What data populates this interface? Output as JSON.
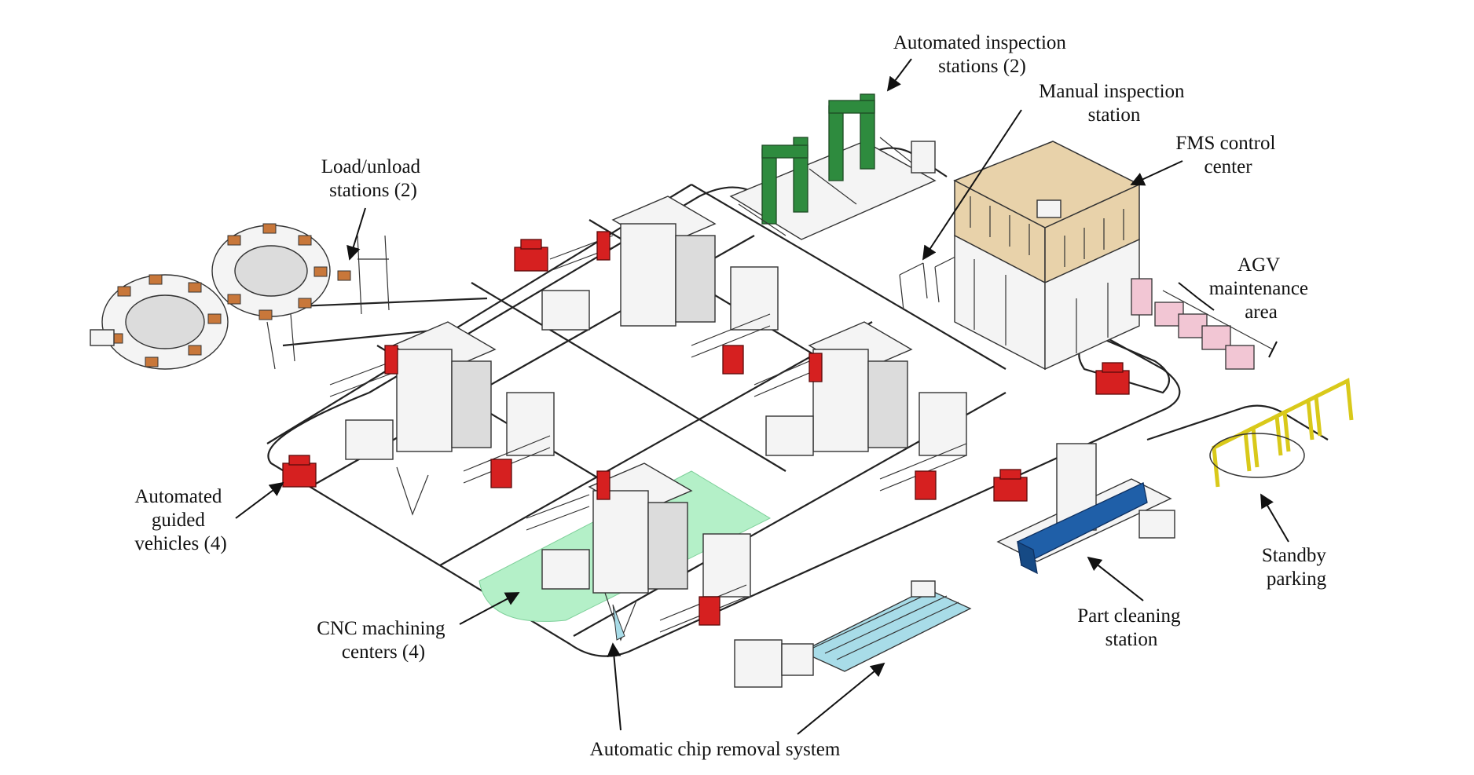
{
  "labels": {
    "auto_inspection": [
      "Automated inspection",
      "stations (2)"
    ],
    "manual_inspection": [
      "Manual inspection",
      "station"
    ],
    "fms_control": [
      "FMS control",
      "center"
    ],
    "load_unload": [
      "Load/unload",
      "stations (2)"
    ],
    "agv_maintenance": [
      "AGV",
      "maintenance",
      "area"
    ],
    "agv": [
      "Automated",
      "guided",
      "vehicles (4)"
    ],
    "standby": [
      "Standby",
      "parking"
    ],
    "cnc": [
      "CNC machining",
      "centers (4)"
    ],
    "part_cleaning": [
      "Part cleaning",
      "station"
    ],
    "chip_removal": [
      "Automatic chip removal system"
    ]
  },
  "colors": {
    "inspection": "#2e8b3e",
    "control_center": "#e8d2aa",
    "agv": "#d62020",
    "maintenance": "#f2c6d4",
    "standby": "#e8df2a",
    "cleaning": "#1f5fa8",
    "chip_removal": "#a8dce8",
    "highlight": "#b4f0c8",
    "fixture": "#c8773a"
  },
  "icons": {
    "agv": "agv-vehicle-icon",
    "cnc": "cnc-machine-icon",
    "inspection": "inspection-station-icon",
    "building": "control-building-icon",
    "parking": "parking-frame-icon"
  }
}
